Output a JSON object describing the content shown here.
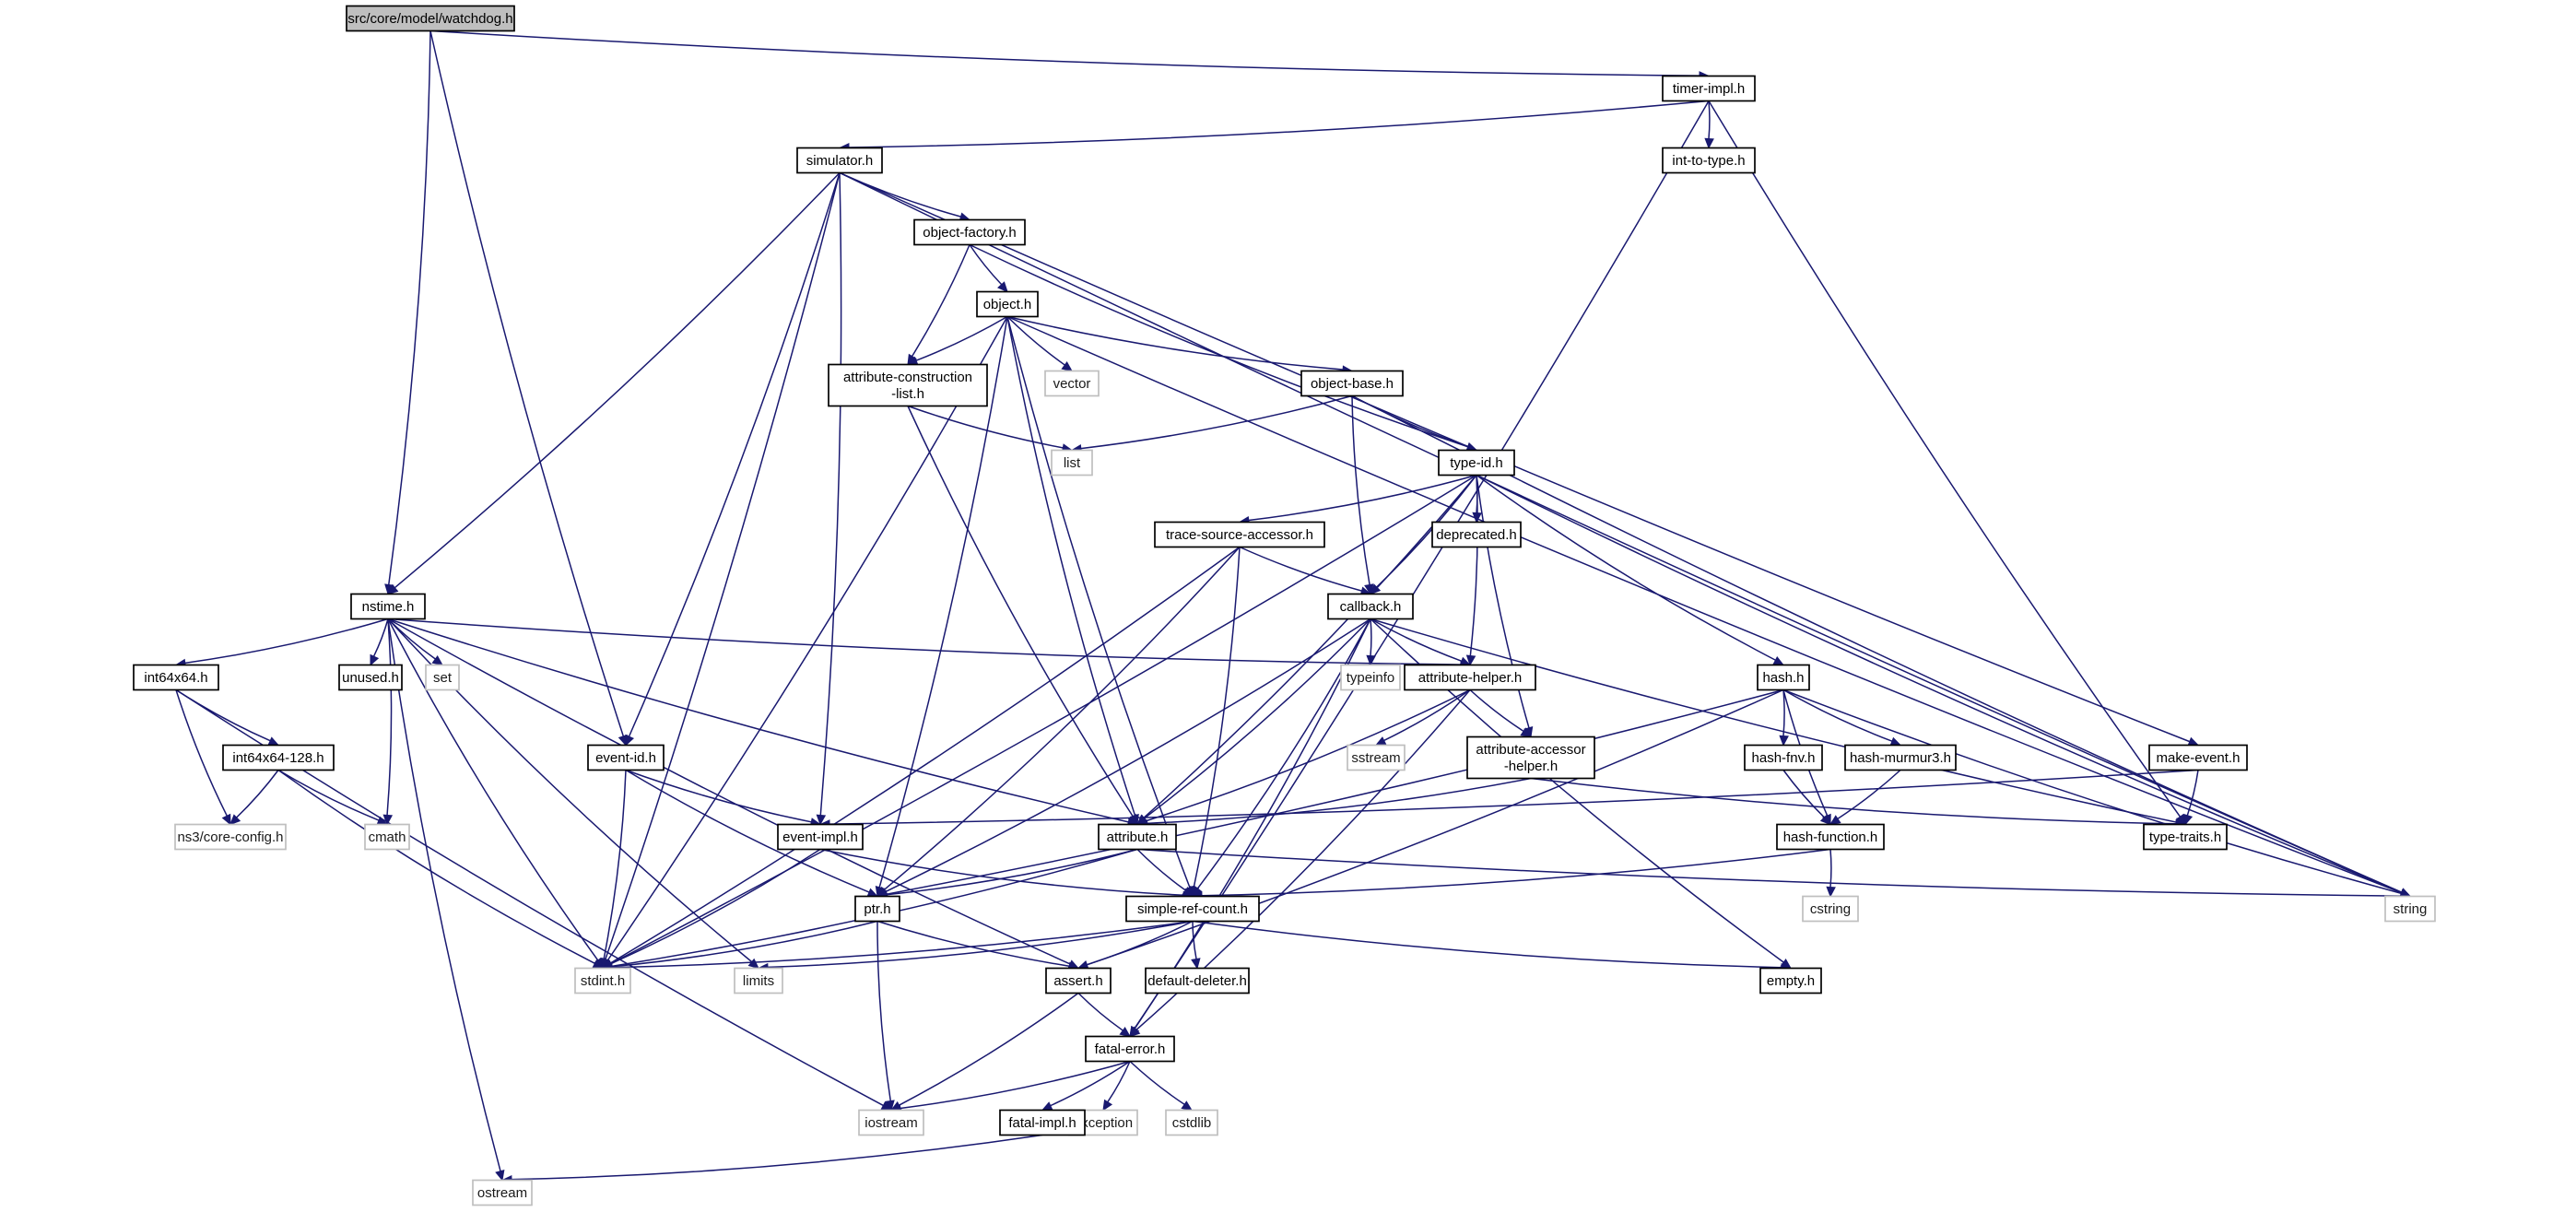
{
  "diagram": {
    "title": "src/core/model/watchdog.h",
    "colors": {
      "edge": "#191970",
      "node_border": "#000000",
      "external_border": "#bfbfbf",
      "root_fill": "#bfbfbf",
      "background": "#ffffff"
    },
    "nodes": [
      {
        "id": "watchdog",
        "lines": [
          "src/core/model/watchdog.h"
        ],
        "kind": "root"
      },
      {
        "id": "timer_impl",
        "lines": [
          "timer-impl.h"
        ],
        "kind": "header"
      },
      {
        "id": "int_to_type",
        "lines": [
          "int-to-type.h"
        ],
        "kind": "header"
      },
      {
        "id": "simulator",
        "lines": [
          "simulator.h"
        ],
        "kind": "header"
      },
      {
        "id": "object_factory",
        "lines": [
          "object-factory.h"
        ],
        "kind": "header"
      },
      {
        "id": "object",
        "lines": [
          "object.h"
        ],
        "kind": "header"
      },
      {
        "id": "attr_construction",
        "lines": [
          "attribute-construction",
          "-list.h"
        ],
        "kind": "header"
      },
      {
        "id": "vector",
        "lines": [
          "vector"
        ],
        "kind": "external"
      },
      {
        "id": "object_base",
        "lines": [
          "object-base.h"
        ],
        "kind": "header"
      },
      {
        "id": "list",
        "lines": [
          "list"
        ],
        "kind": "external"
      },
      {
        "id": "type_id",
        "lines": [
          "type-id.h"
        ],
        "kind": "header"
      },
      {
        "id": "trace_source",
        "lines": [
          "trace-source-accessor.h"
        ],
        "kind": "header"
      },
      {
        "id": "deprecated",
        "lines": [
          "deprecated.h"
        ],
        "kind": "header"
      },
      {
        "id": "nstime",
        "lines": [
          "nstime.h"
        ],
        "kind": "header"
      },
      {
        "id": "callback",
        "lines": [
          "callback.h"
        ],
        "kind": "header"
      },
      {
        "id": "int64x64",
        "lines": [
          "int64x64.h"
        ],
        "kind": "header"
      },
      {
        "id": "unused",
        "lines": [
          "unused.h"
        ],
        "kind": "header"
      },
      {
        "id": "set",
        "lines": [
          "set"
        ],
        "kind": "external"
      },
      {
        "id": "typeinfo",
        "lines": [
          "typeinfo"
        ],
        "kind": "external"
      },
      {
        "id": "attr_helper",
        "lines": [
          "attribute-helper.h"
        ],
        "kind": "header"
      },
      {
        "id": "hash",
        "lines": [
          "hash.h"
        ],
        "kind": "header"
      },
      {
        "id": "int64x64_128",
        "lines": [
          "int64x64-128.h"
        ],
        "kind": "header"
      },
      {
        "id": "event_id",
        "lines": [
          "event-id.h"
        ],
        "kind": "header"
      },
      {
        "id": "sstream",
        "lines": [
          "sstream"
        ],
        "kind": "external"
      },
      {
        "id": "attr_accessor",
        "lines": [
          "attribute-accessor",
          "-helper.h"
        ],
        "kind": "header"
      },
      {
        "id": "hash_fnv",
        "lines": [
          "hash-fnv.h"
        ],
        "kind": "header"
      },
      {
        "id": "hash_murmur3",
        "lines": [
          "hash-murmur3.h"
        ],
        "kind": "header"
      },
      {
        "id": "make_event",
        "lines": [
          "make-event.h"
        ],
        "kind": "header"
      },
      {
        "id": "core_config",
        "lines": [
          "ns3/core-config.h"
        ],
        "kind": "external"
      },
      {
        "id": "cmath",
        "lines": [
          "cmath"
        ],
        "kind": "external"
      },
      {
        "id": "event_impl",
        "lines": [
          "event-impl.h"
        ],
        "kind": "header"
      },
      {
        "id": "attribute",
        "lines": [
          "attribute.h"
        ],
        "kind": "header"
      },
      {
        "id": "hash_function",
        "lines": [
          "hash-function.h"
        ],
        "kind": "header"
      },
      {
        "id": "type_traits",
        "lines": [
          "type-traits.h"
        ],
        "kind": "header"
      },
      {
        "id": "ptr",
        "lines": [
          "ptr.h"
        ],
        "kind": "header"
      },
      {
        "id": "simple_ref_count",
        "lines": [
          "simple-ref-count.h"
        ],
        "kind": "header"
      },
      {
        "id": "cstring",
        "lines": [
          "cstring"
        ],
        "kind": "external"
      },
      {
        "id": "string",
        "lines": [
          "string"
        ],
        "kind": "external"
      },
      {
        "id": "stdint",
        "lines": [
          "stdint.h"
        ],
        "kind": "external"
      },
      {
        "id": "limits",
        "lines": [
          "limits"
        ],
        "kind": "external"
      },
      {
        "id": "assert",
        "lines": [
          "assert.h"
        ],
        "kind": "header"
      },
      {
        "id": "default_deleter",
        "lines": [
          "default-deleter.h"
        ],
        "kind": "header"
      },
      {
        "id": "empty",
        "lines": [
          "empty.h"
        ],
        "kind": "header"
      },
      {
        "id": "fatal_error",
        "lines": [
          "fatal-error.h"
        ],
        "kind": "header"
      },
      {
        "id": "iostream",
        "lines": [
          "iostream"
        ],
        "kind": "external"
      },
      {
        "id": "exception",
        "lines": [
          "exception"
        ],
        "kind": "external"
      },
      {
        "id": "cstdlib",
        "lines": [
          "cstdlib"
        ],
        "kind": "external"
      },
      {
        "id": "fatal_impl",
        "lines": [
          "fatal-impl.h"
        ],
        "kind": "header"
      },
      {
        "id": "ostream",
        "lines": [
          "ostream"
        ],
        "kind": "external"
      }
    ],
    "edges": [
      [
        "watchdog",
        "timer_impl"
      ],
      [
        "watchdog",
        "nstime"
      ],
      [
        "watchdog",
        "event_id"
      ],
      [
        "timer_impl",
        "int_to_type"
      ],
      [
        "timer_impl",
        "simulator"
      ],
      [
        "timer_impl",
        "type_traits"
      ],
      [
        "timer_impl",
        "fatal_error"
      ],
      [
        "simulator",
        "object_factory"
      ],
      [
        "simulator",
        "nstime"
      ],
      [
        "simulator",
        "event_id"
      ],
      [
        "simulator",
        "event_impl"
      ],
      [
        "simulator",
        "make_event"
      ],
      [
        "simulator",
        "string"
      ],
      [
        "simulator",
        "stdint"
      ],
      [
        "object_factory",
        "object"
      ],
      [
        "object_factory",
        "attr_construction"
      ],
      [
        "object_factory",
        "type_id"
      ],
      [
        "object",
        "attr_construction"
      ],
      [
        "object",
        "vector"
      ],
      [
        "object",
        "object_base"
      ],
      [
        "object",
        "stdint"
      ],
      [
        "object",
        "ptr"
      ],
      [
        "object",
        "attribute"
      ],
      [
        "object",
        "simple_ref_count"
      ],
      [
        "object",
        "string"
      ],
      [
        "attr_construction",
        "list"
      ],
      [
        "attr_construction",
        "attribute"
      ],
      [
        "object_base",
        "list"
      ],
      [
        "object_base",
        "type_id"
      ],
      [
        "object_base",
        "callback"
      ],
      [
        "object_base",
        "string"
      ],
      [
        "type_id",
        "trace_source"
      ],
      [
        "type_id",
        "deprecated"
      ],
      [
        "type_id",
        "callback"
      ],
      [
        "type_id",
        "attr_helper"
      ],
      [
        "type_id",
        "attr_accessor"
      ],
      [
        "type_id",
        "hash"
      ],
      [
        "type_id",
        "attribute"
      ],
      [
        "type_id",
        "stdint"
      ],
      [
        "type_id",
        "string"
      ],
      [
        "trace_source",
        "callback"
      ],
      [
        "trace_source",
        "ptr"
      ],
      [
        "trace_source",
        "simple_ref_count"
      ],
      [
        "trace_source",
        "stdint"
      ],
      [
        "nstime",
        "int64x64"
      ],
      [
        "nstime",
        "unused"
      ],
      [
        "nstime",
        "set"
      ],
      [
        "nstime",
        "attr_helper"
      ],
      [
        "nstime",
        "attribute"
      ],
      [
        "nstime",
        "cmath"
      ],
      [
        "nstime",
        "stdint"
      ],
      [
        "nstime",
        "assert"
      ],
      [
        "nstime",
        "limits"
      ],
      [
        "nstime",
        "ostream"
      ],
      [
        "callback",
        "typeinfo"
      ],
      [
        "callback",
        "attr_helper"
      ],
      [
        "callback",
        "attribute"
      ],
      [
        "callback",
        "ptr"
      ],
      [
        "callback",
        "simple_ref_count"
      ],
      [
        "callback",
        "empty"
      ],
      [
        "callback",
        "type_traits"
      ],
      [
        "callback",
        "fatal_error"
      ],
      [
        "int64x64",
        "int64x64_128"
      ],
      [
        "int64x64",
        "core_config"
      ],
      [
        "int64x64",
        "iostream"
      ],
      [
        "attr_helper",
        "sstream"
      ],
      [
        "attr_helper",
        "attr_accessor"
      ],
      [
        "attr_helper",
        "attribute"
      ],
      [
        "attr_helper",
        "fatal_error"
      ],
      [
        "hash",
        "hash_fnv"
      ],
      [
        "hash",
        "hash_murmur3"
      ],
      [
        "hash",
        "hash_function"
      ],
      [
        "hash",
        "string"
      ],
      [
        "hash",
        "ptr"
      ],
      [
        "hash",
        "assert"
      ],
      [
        "int64x64_128",
        "core_config"
      ],
      [
        "int64x64_128",
        "cmath"
      ],
      [
        "int64x64_128",
        "stdint"
      ],
      [
        "event_id",
        "event_impl"
      ],
      [
        "event_id",
        "ptr"
      ],
      [
        "event_id",
        "stdint"
      ],
      [
        "attr_accessor",
        "attribute"
      ],
      [
        "attr_accessor",
        "type_traits"
      ],
      [
        "hash_fnv",
        "hash_function"
      ],
      [
        "hash_murmur3",
        "hash_function"
      ],
      [
        "make_event",
        "type_traits"
      ],
      [
        "make_event",
        "event_impl"
      ],
      [
        "event_impl",
        "simple_ref_count"
      ],
      [
        "event_impl",
        "stdint"
      ],
      [
        "attribute",
        "string"
      ],
      [
        "attribute",
        "ptr"
      ],
      [
        "attribute",
        "simple_ref_count"
      ],
      [
        "attribute",
        "stdint"
      ],
      [
        "hash_function",
        "cstring"
      ],
      [
        "hash_function",
        "simple_ref_count"
      ],
      [
        "ptr",
        "iostream"
      ],
      [
        "ptr",
        "stdint"
      ],
      [
        "ptr",
        "assert"
      ],
      [
        "simple_ref_count",
        "empty"
      ],
      [
        "simple_ref_count",
        "default_deleter"
      ],
      [
        "simple_ref_count",
        "assert"
      ],
      [
        "simple_ref_count",
        "stdint"
      ],
      [
        "simple_ref_count",
        "limits"
      ],
      [
        "assert",
        "fatal_error"
      ],
      [
        "assert",
        "iostream"
      ],
      [
        "fatal_error",
        "iostream"
      ],
      [
        "fatal_error",
        "exception"
      ],
      [
        "fatal_error",
        "cstdlib"
      ],
      [
        "fatal_error",
        "fatal_impl"
      ],
      [
        "fatal_impl",
        "ostream"
      ]
    ]
  }
}
